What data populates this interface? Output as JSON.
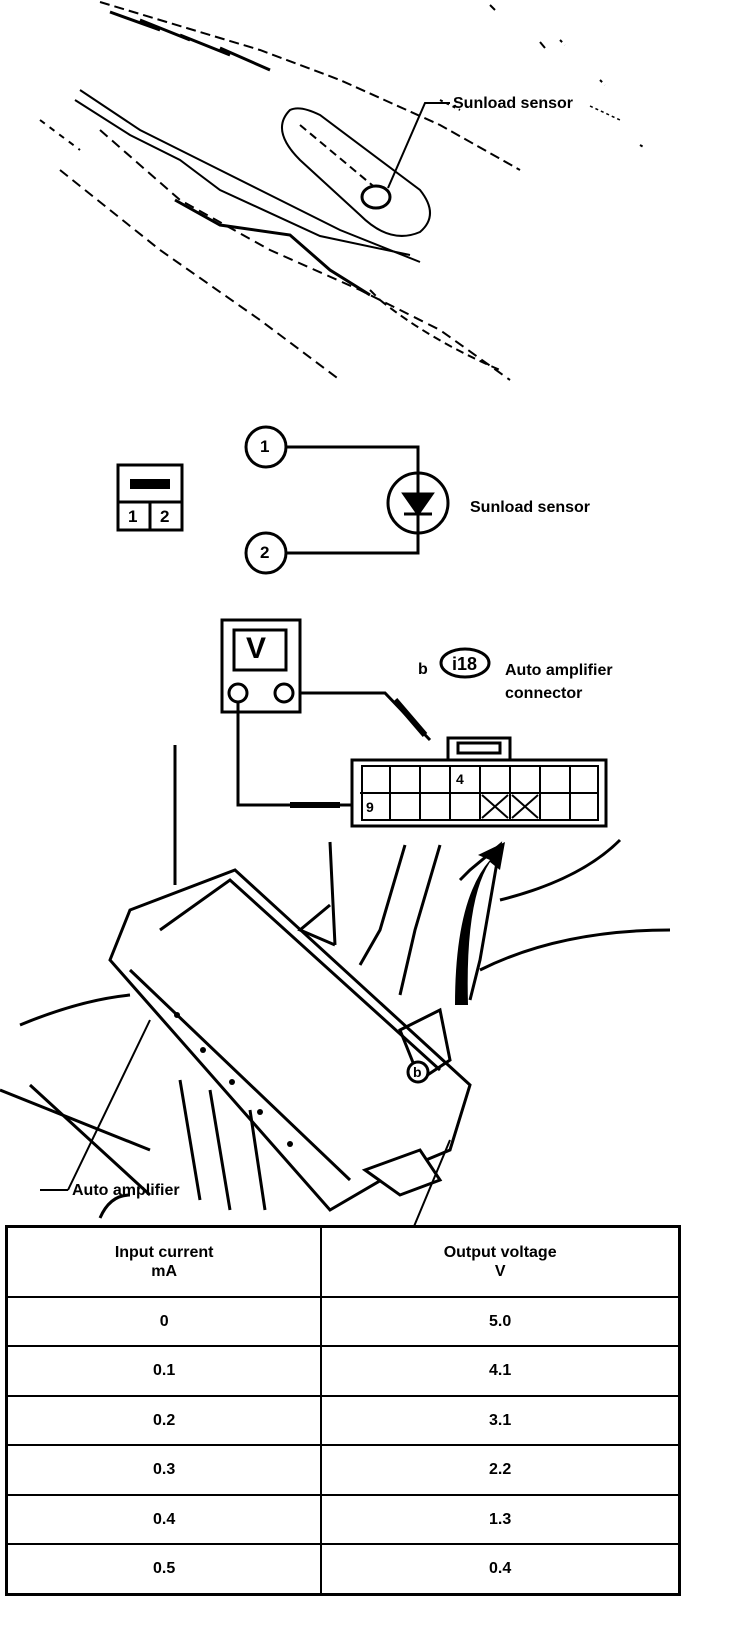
{
  "labels": {
    "sensor_top": "Sunload sensor",
    "sensor_schematic": "Sunload sensor",
    "pin1": "1",
    "pin2": "2",
    "conn_pin1": "1",
    "conn_pin2": "2",
    "meter": "V",
    "meter_plus": "⊕",
    "meter_minus": "⊖",
    "connector_prefix": "b",
    "connector_id": "i18",
    "connector_line1": "Auto amplifier",
    "connector_line2": "connector",
    "terminal_a": "4",
    "terminal_b": "9",
    "callout_b": "b",
    "amplifier": "Auto amplifier"
  },
  "table": {
    "headers": [
      {
        "line1": "Input current",
        "line2": "mA"
      },
      {
        "line1": "Output voltage",
        "line2": "V"
      }
    ],
    "rows": [
      [
        "0",
        "5.0"
      ],
      [
        "0.1",
        "4.1"
      ],
      [
        "0.2",
        "3.1"
      ],
      [
        "0.3",
        "2.2"
      ],
      [
        "0.4",
        "1.3"
      ],
      [
        "0.5",
        "0.4"
      ]
    ]
  }
}
